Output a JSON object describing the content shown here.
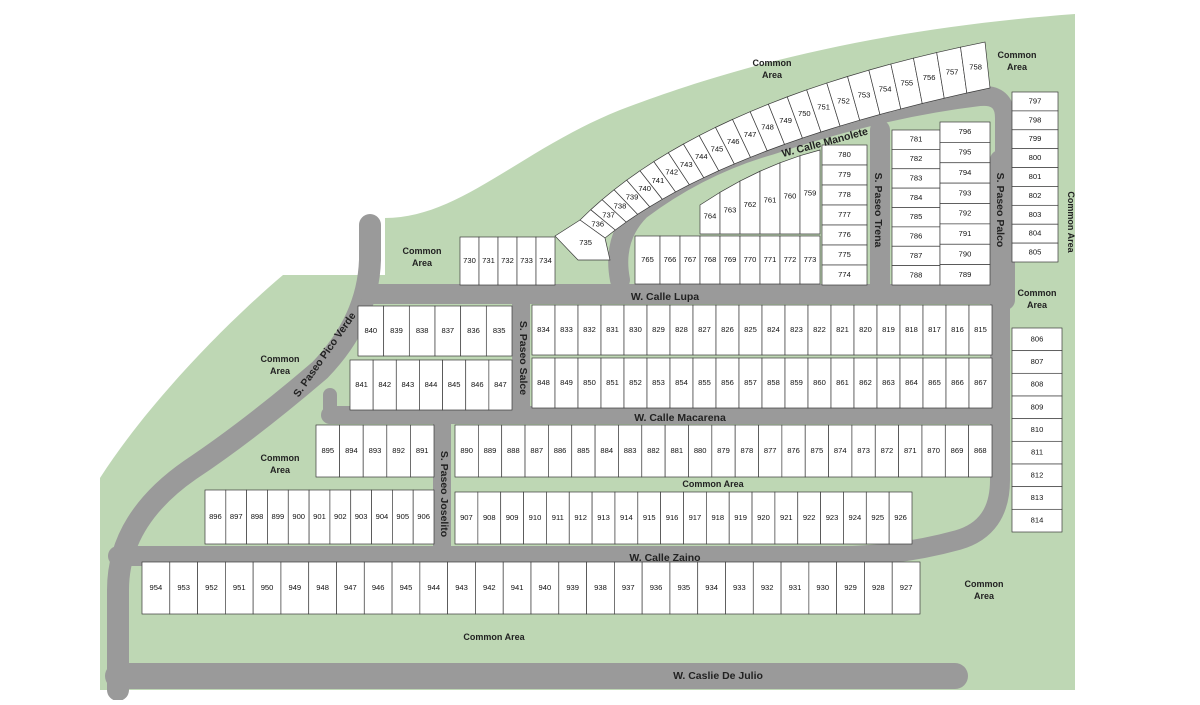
{
  "colors": {
    "common_area": "#bed7b4",
    "road": "#9a9a9a",
    "lot": "#ffffff",
    "lot_border": "#3a3a3a"
  },
  "streets": {
    "manolete": "W. Calle Manolete",
    "lupa": "W. Calle Lupa",
    "macarena": "W. Calle Macarena",
    "zaino": "W. Calle Zaino",
    "julio": "W. Caslie De Julio",
    "pico_verde": "S. Paseo Pico Verde",
    "salce": "S. Paseo Salce",
    "joselito": "S. Paseo Joselito",
    "trena": "S. Paseo Trena",
    "palco": "S. Paseo Palco"
  },
  "common_areas": {
    "top": [
      "Common",
      "Area"
    ],
    "top_right": [
      "Common",
      "Area"
    ],
    "upper_left": [
      "Common",
      "Area"
    ],
    "left": [
      "Common",
      "Area"
    ],
    "mid_left": [
      "Common",
      "Area"
    ],
    "right_mid": [
      "Common",
      "Area"
    ],
    "right_lower": [
      "Common",
      "Area"
    ],
    "far_right": "Common Area",
    "center_strip": "Common Area",
    "bottom": "Common Area"
  },
  "lots": {
    "arc_top": [
      "736",
      "737",
      "738",
      "739",
      "740",
      "741",
      "742",
      "743",
      "744",
      "745",
      "746",
      "747",
      "748",
      "749",
      "750",
      "751",
      "752",
      "753",
      "754",
      "755",
      "756",
      "757",
      "758"
    ],
    "row_730": [
      "730",
      "731",
      "732",
      "733",
      "734"
    ],
    "lot_735": "735",
    "arc_inner": [
      "764",
      "763",
      "762",
      "761",
      "760",
      "759"
    ],
    "row_765": [
      "765",
      "766",
      "767",
      "768",
      "769",
      "770",
      "771",
      "772",
      "773"
    ],
    "col_trena": [
      "780",
      "779",
      "778",
      "777",
      "776",
      "775",
      "774"
    ],
    "col_781": [
      "781",
      "782",
      "783",
      "784",
      "785",
      "786",
      "787",
      "788"
    ],
    "col_796": [
      "796",
      "795",
      "794",
      "793",
      "792",
      "791",
      "790",
      "789"
    ],
    "col_797": [
      "797",
      "798",
      "799",
      "800",
      "801",
      "802",
      "803",
      "804",
      "805"
    ],
    "col_806": [
      "806",
      "807",
      "808",
      "809",
      "810",
      "811",
      "812",
      "813",
      "814"
    ],
    "row_840": [
      "840",
      "839",
      "838",
      "837",
      "836",
      "835"
    ],
    "row_841": [
      "841",
      "842",
      "843",
      "844",
      "845",
      "846",
      "847"
    ],
    "row_834": [
      "834",
      "833",
      "832",
      "831",
      "830",
      "829",
      "828",
      "827",
      "826",
      "825",
      "824",
      "823",
      "822",
      "821",
      "820",
      "819",
      "818",
      "817",
      "816",
      "815"
    ],
    "row_848": [
      "848",
      "849",
      "850",
      "851",
      "852",
      "853",
      "854",
      "855",
      "856",
      "857",
      "858",
      "859",
      "860",
      "861",
      "862",
      "863",
      "864",
      "865",
      "866",
      "867"
    ],
    "row_895": [
      "895",
      "894",
      "893",
      "892",
      "891"
    ],
    "row_890": [
      "890",
      "889",
      "888",
      "887",
      "886",
      "885",
      "884",
      "883",
      "882",
      "881",
      "880",
      "879",
      "878",
      "877",
      "876",
      "875",
      "874",
      "873",
      "872",
      "871",
      "870",
      "869",
      "868"
    ],
    "row_896": [
      "896",
      "897",
      "898",
      "899",
      "900",
      "901",
      "902",
      "903",
      "904",
      "905",
      "906"
    ],
    "row_907": [
      "907",
      "908",
      "909",
      "910",
      "911",
      "912",
      "913",
      "914",
      "915",
      "916",
      "917",
      "918",
      "919",
      "920",
      "921",
      "922",
      "923",
      "924",
      "925",
      "926"
    ],
    "row_954": [
      "954",
      "953",
      "952",
      "951",
      "950",
      "949",
      "948",
      "947",
      "946",
      "945",
      "944",
      "943",
      "942",
      "941",
      "940",
      "939",
      "938",
      "937",
      "936",
      "935",
      "934",
      "933",
      "932",
      "931",
      "930",
      "929",
      "928",
      "927"
    ]
  }
}
